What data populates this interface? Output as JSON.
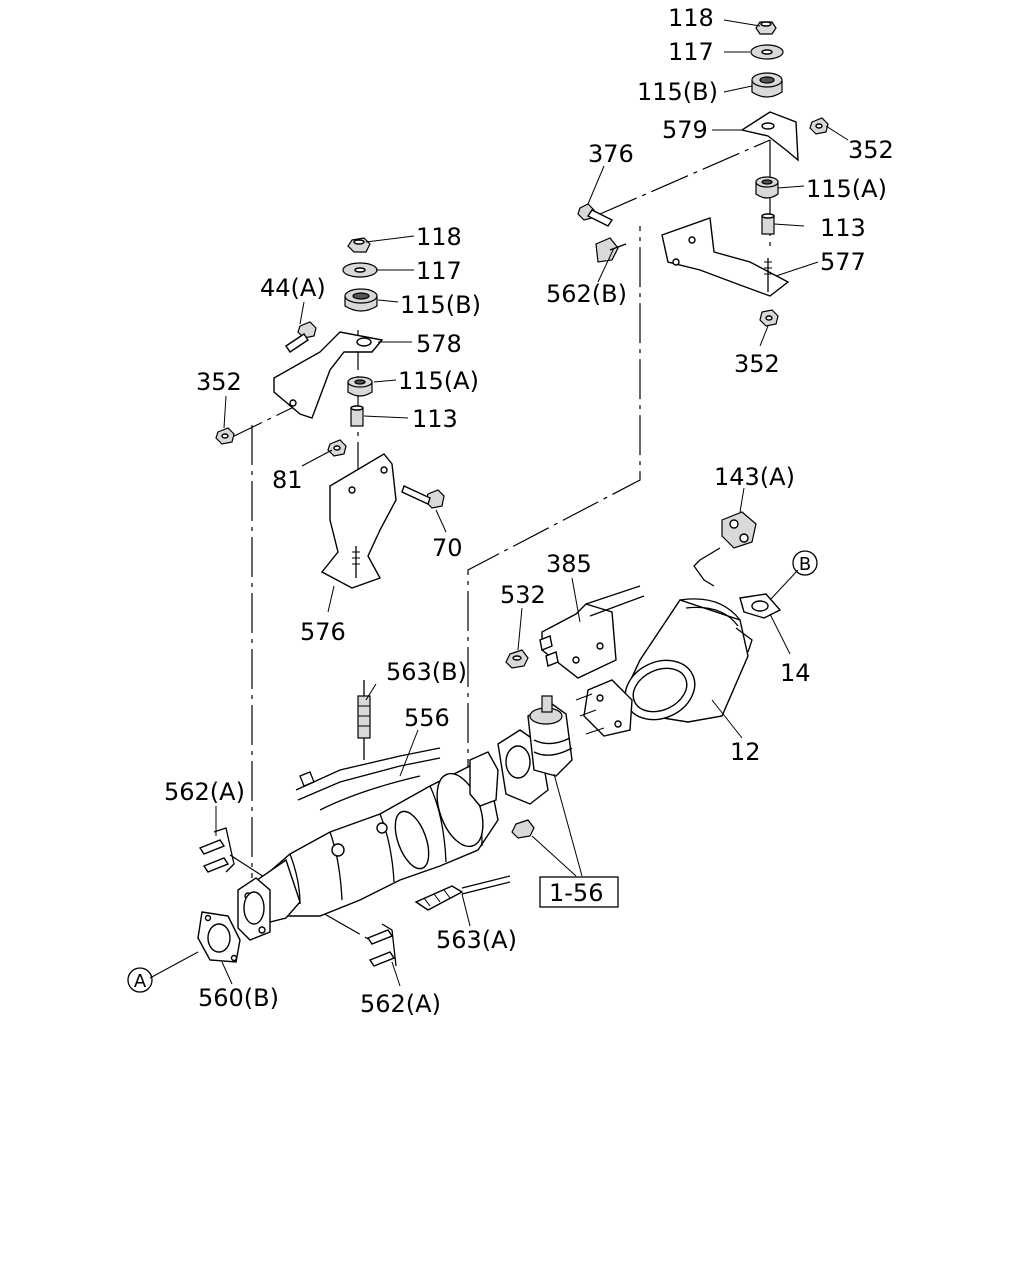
{
  "labels": {
    "p118_top": "118",
    "p117_top": "117",
    "p115b_top": "115(B)",
    "p579": "579",
    "p352_topright": "352",
    "p376": "376",
    "p115a_top": "115(A)",
    "p113_top": "113",
    "p577": "577",
    "p562b": "562(B)",
    "p352_right": "352",
    "p118_left": "118",
    "p117_left": "117",
    "p44a": "44(A)",
    "p115b_left": "115(B)",
    "p578": "578",
    "p352_left": "352",
    "p115a_left": "115(A)",
    "p113_left": "113",
    "p81": "81",
    "p70": "70",
    "p576": "576",
    "p143a": "143(A)",
    "p385": "385",
    "p532": "532",
    "p14": "14",
    "p563b": "563(B)",
    "p556": "556",
    "p12": "12",
    "p562a_left": "562(A)",
    "p563a": "563(A)",
    "p1_56": "1-56",
    "p560b": "560(B)",
    "p562a_bottom": "562(A)",
    "ref_a": "A",
    "ref_b": "B"
  }
}
